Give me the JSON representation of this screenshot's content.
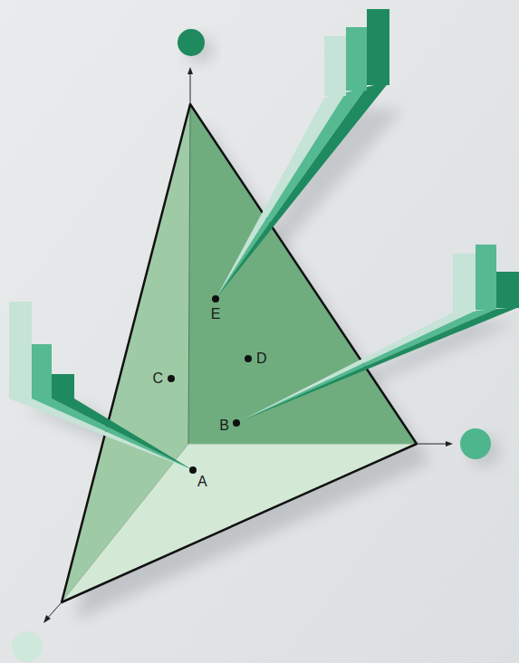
{
  "diagram": {
    "labels": [
      "E",
      "D",
      "C",
      "B",
      "A"
    ]
  }
}
